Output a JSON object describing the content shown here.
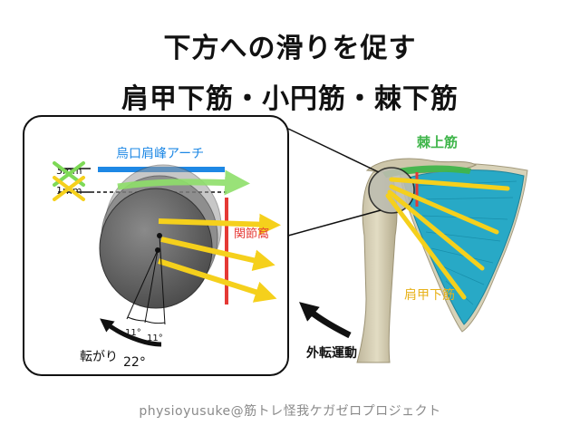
{
  "title_line1": "下方への滑りを促す",
  "title_line2": "肩甲下筋・小円筋・棘下筋",
  "labels": {
    "acromial_arch": "烏口肩峰アーチ",
    "glenoid": "関節窩",
    "angle_a": "11°",
    "angle_b": "11°",
    "rolling": "転がり",
    "rolling_deg": "22°",
    "supraspinatus": "棘上筋",
    "subscapularis": "肩甲下筋",
    "abduction": "外転運動",
    "cross_top": "3mm",
    "cross_bottom": "1mm"
  },
  "footer": "physioyusuke@筋トレ怪我ケガゼロプロジェクト",
  "colors": {
    "arch_blue": "#1e88e5",
    "glenoid_red": "#e53935",
    "arrow_yellow": "#f5d01c",
    "green": "#7ed957",
    "muscle_cyan": "#1aa6c8",
    "label_orange": "#e8b21a"
  }
}
